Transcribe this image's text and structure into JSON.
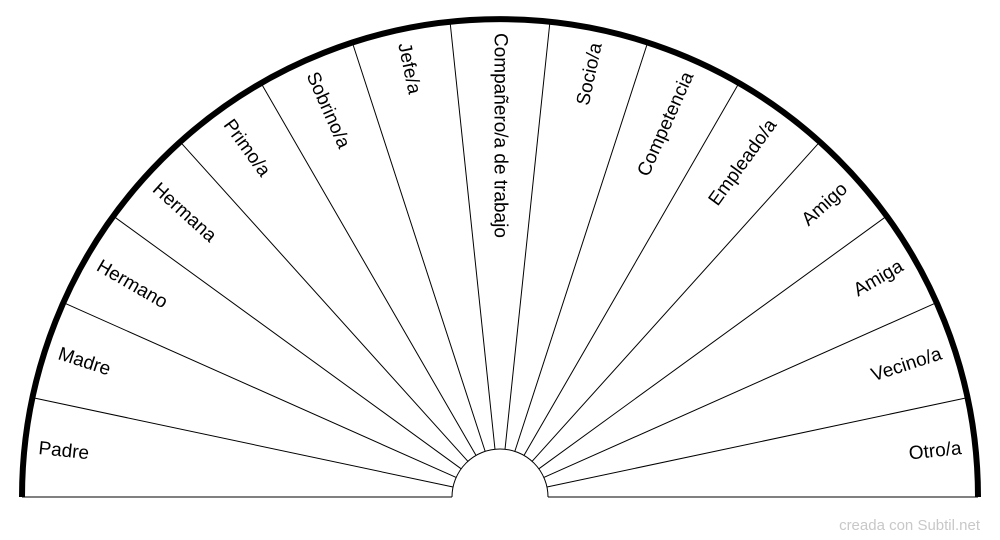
{
  "chart": {
    "segments": [
      "Padre",
      "Madre",
      "Hermano",
      "Hermana",
      "Primo/a",
      "Sobrino/a",
      "Jefe/a",
      "Compañero/a de trabajo",
      "Socio/a",
      "Competencia",
      "Empleado/a",
      "Amigo",
      "Amiga",
      "Vecino/a",
      "Otro/a"
    ],
    "colors": {
      "outline": "#000000",
      "divider": "#000000",
      "background": "#ffffff"
    }
  },
  "footer": {
    "credit": "creada con Subtil.net",
    "color": "#c8c8c8"
  }
}
